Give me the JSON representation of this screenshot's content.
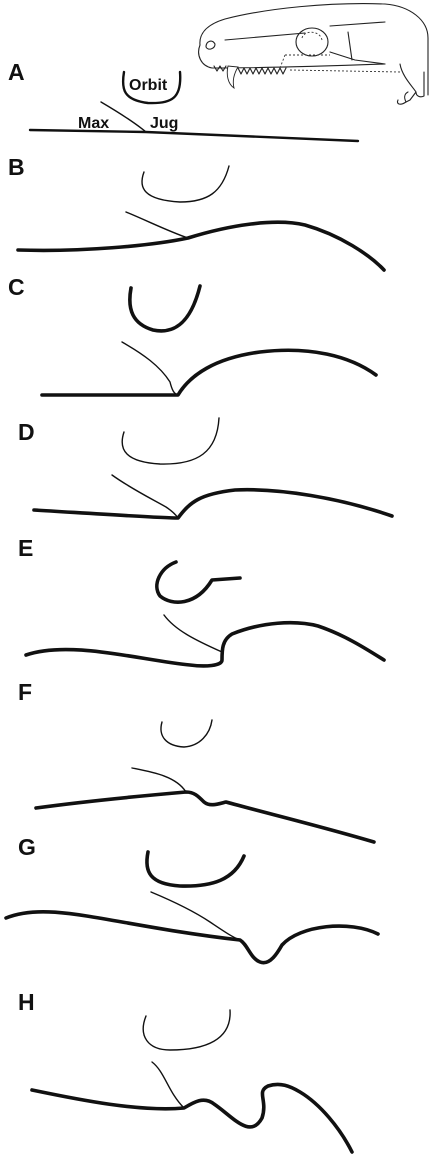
{
  "panels": [
    {
      "id": "A",
      "label": "A"
    },
    {
      "id": "B",
      "label": "B"
    },
    {
      "id": "C",
      "label": "C"
    },
    {
      "id": "D",
      "label": "D"
    },
    {
      "id": "E",
      "label": "E"
    },
    {
      "id": "F",
      "label": "F"
    },
    {
      "id": "G",
      "label": "G"
    },
    {
      "id": "H",
      "label": "H"
    }
  ],
  "annotations": {
    "orbit": "Orbit",
    "maxilla": "Max",
    "jugal": "Jug"
  }
}
